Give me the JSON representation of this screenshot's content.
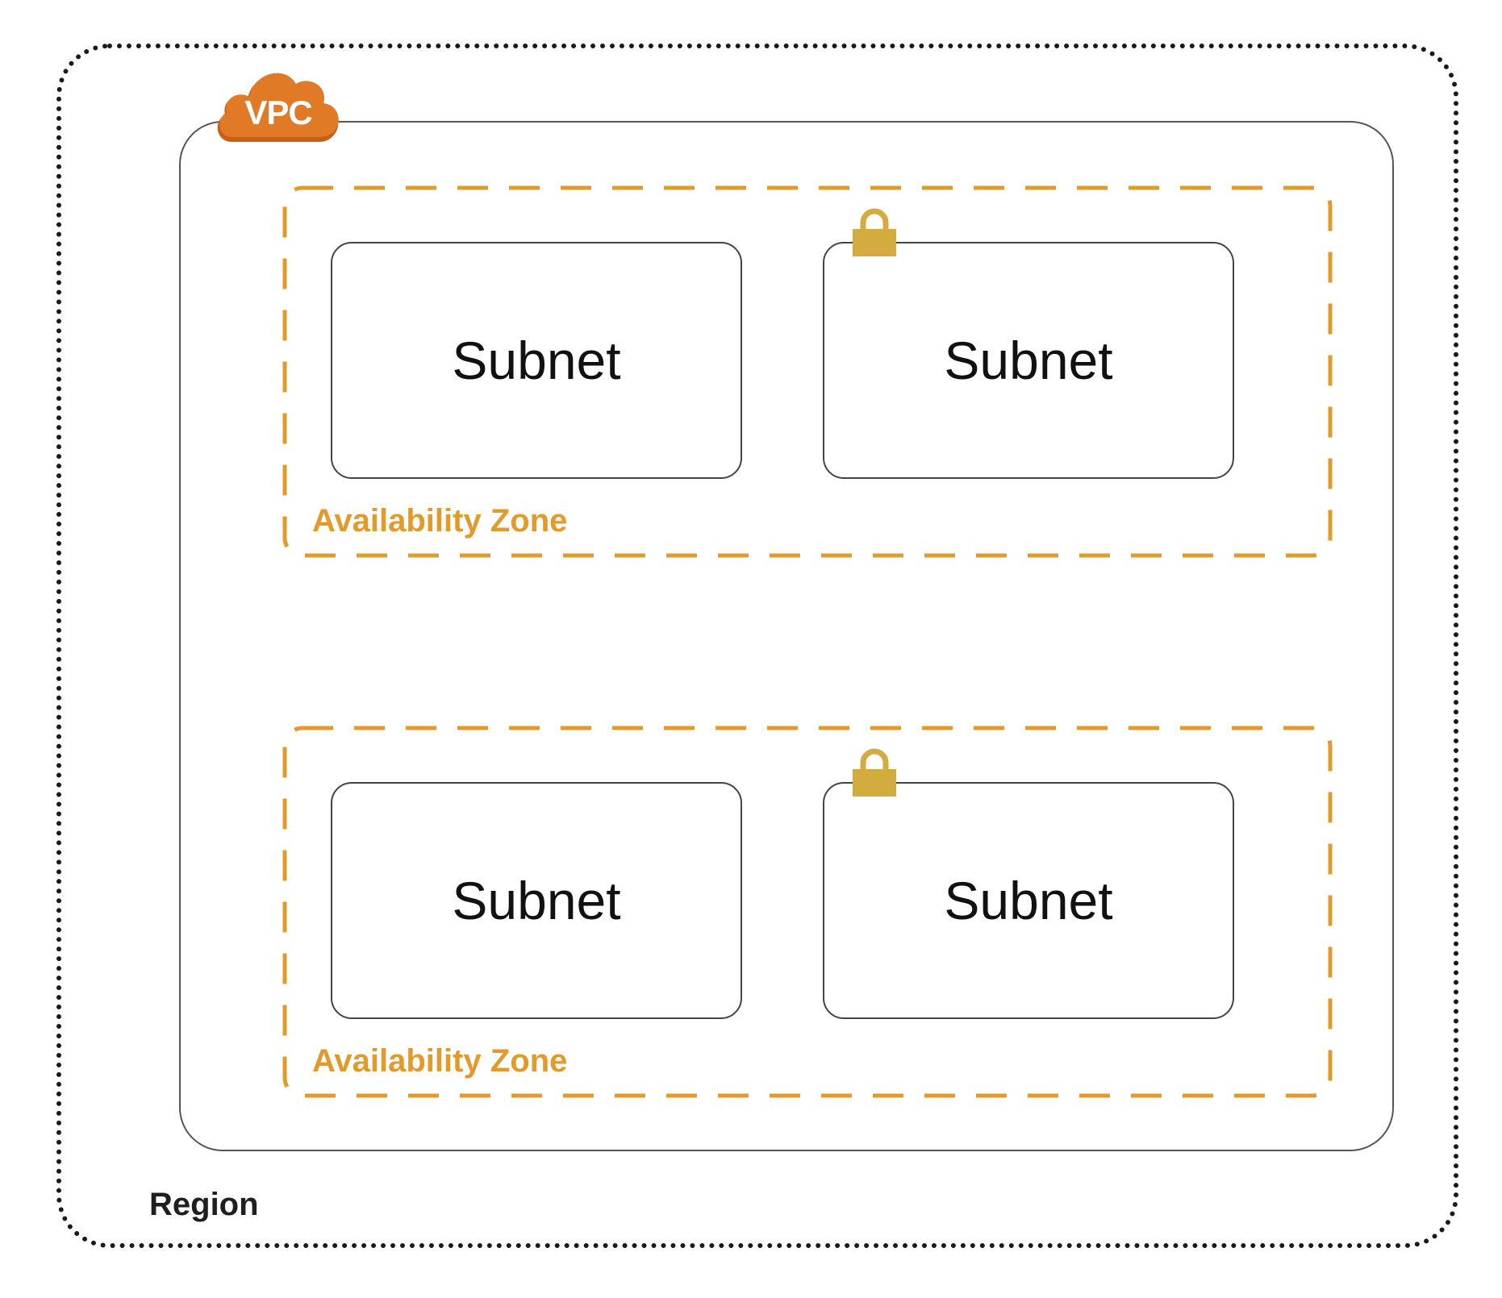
{
  "region": {
    "label": "Region"
  },
  "vpc": {
    "label": "VPC",
    "color": "#e07a26"
  },
  "availability_zones": [
    {
      "label": "Availability Zone",
      "subnets": [
        {
          "label": "Subnet",
          "locked": false
        },
        {
          "label": "Subnet",
          "locked": true
        }
      ]
    },
    {
      "label": "Availability Zone",
      "subnets": [
        {
          "label": "Subnet",
          "locked": false
        },
        {
          "label": "Subnet",
          "locked": true
        }
      ]
    }
  ],
  "colors": {
    "az_border": "#e49a2b",
    "lock": "#d4ab3e"
  },
  "icons": {
    "vpc": "cloud-icon",
    "private_subnet": "lock-icon"
  }
}
